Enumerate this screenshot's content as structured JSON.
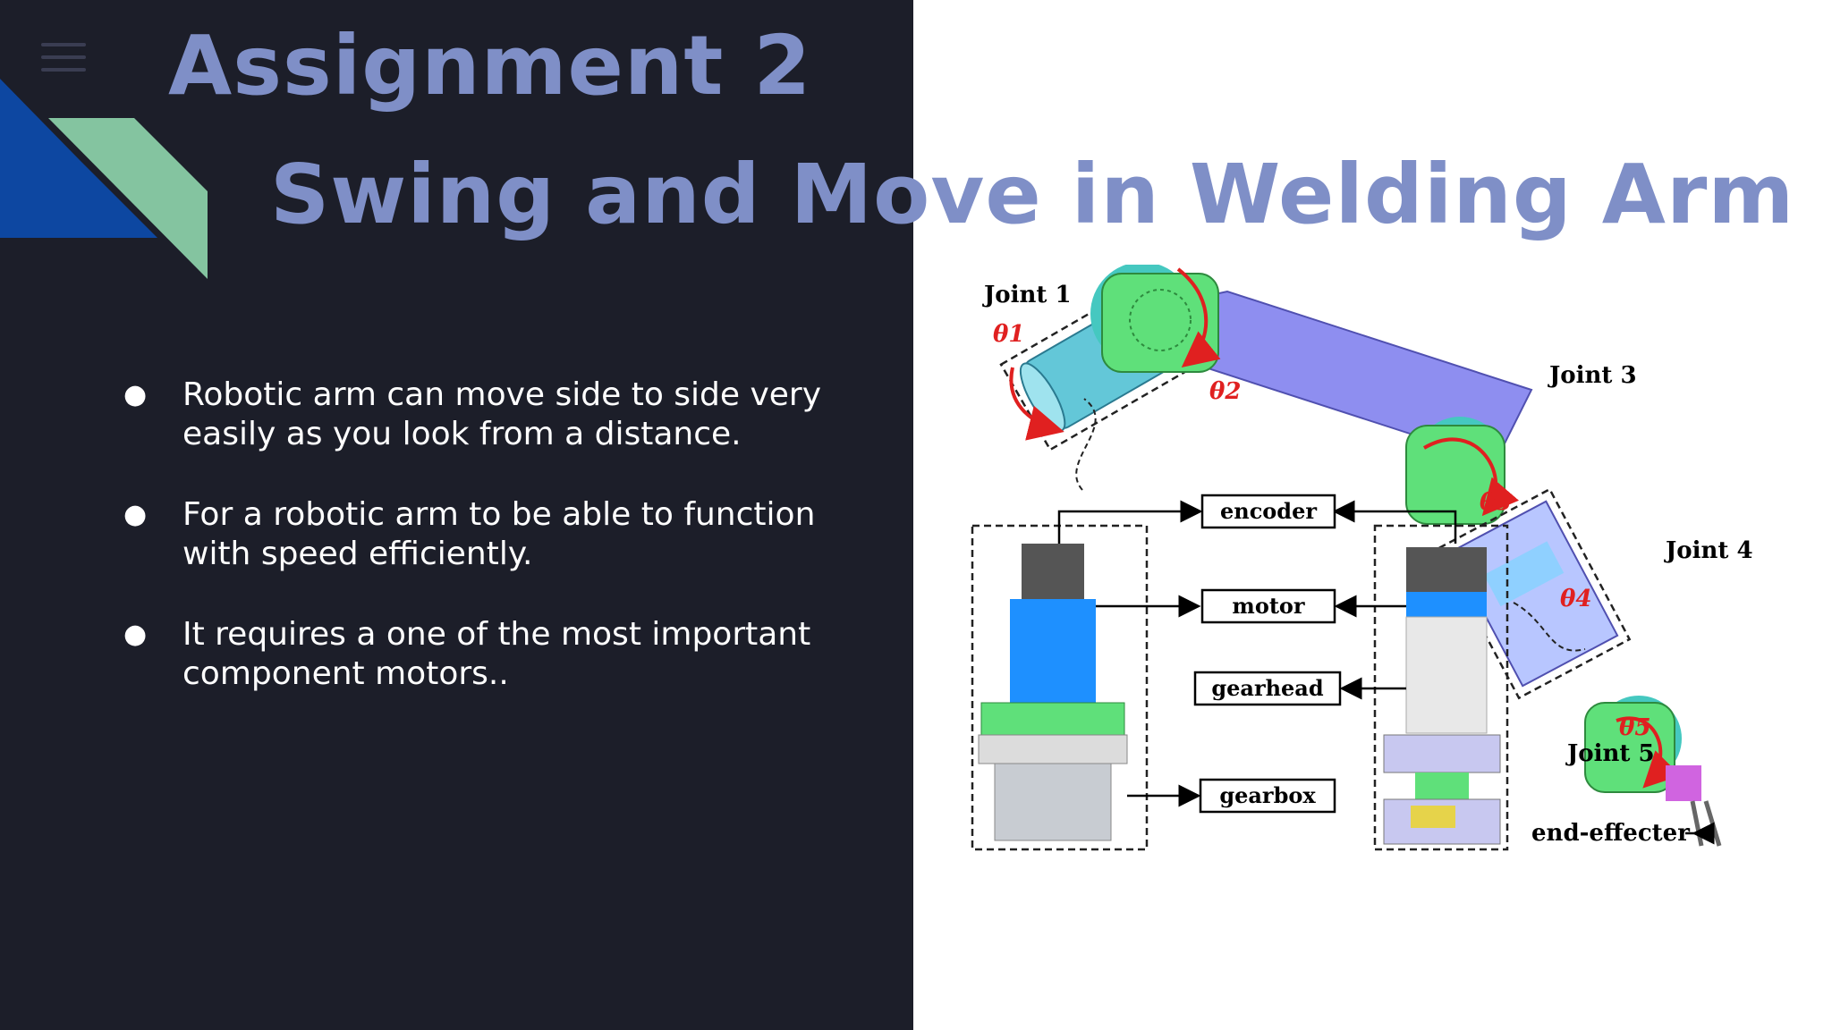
{
  "slide": {
    "title_line1": "Assignment 2",
    "title_line2": "Swing and Move in Welding Arm",
    "bullets": [
      "Robotic arm can move side to side very easily as you look from a distance.",
      " For a robotic arm to be able to function with speed efficiently.",
      "It requires a one of the most important component motors.."
    ],
    "bullet_symbol": "●"
  },
  "diagram": {
    "joint_labels": [
      "Joint 1",
      "Joint 3",
      "Joint 4",
      "Joint 5"
    ],
    "component_labels": [
      "encoder",
      "motor",
      "gearhead",
      "gearbox"
    ],
    "end_label": "end-effecter",
    "angles": [
      "θ1",
      "θ2",
      "θ3",
      "θ4",
      "θ5"
    ]
  },
  "colors": {
    "background_dark": "#1c1e29",
    "title": "#7f8fc7",
    "accent_blue": "#0d47a1",
    "accent_green": "#84c4a0",
    "arm_green": "#5fe07a",
    "arm_teal": "#45c8c0",
    "arm_purple": "#8e8ef0",
    "arrow_red": "#e02020",
    "motor_blue": "#1e90ff"
  },
  "icons": [
    "hamburger-menu-icon"
  ]
}
